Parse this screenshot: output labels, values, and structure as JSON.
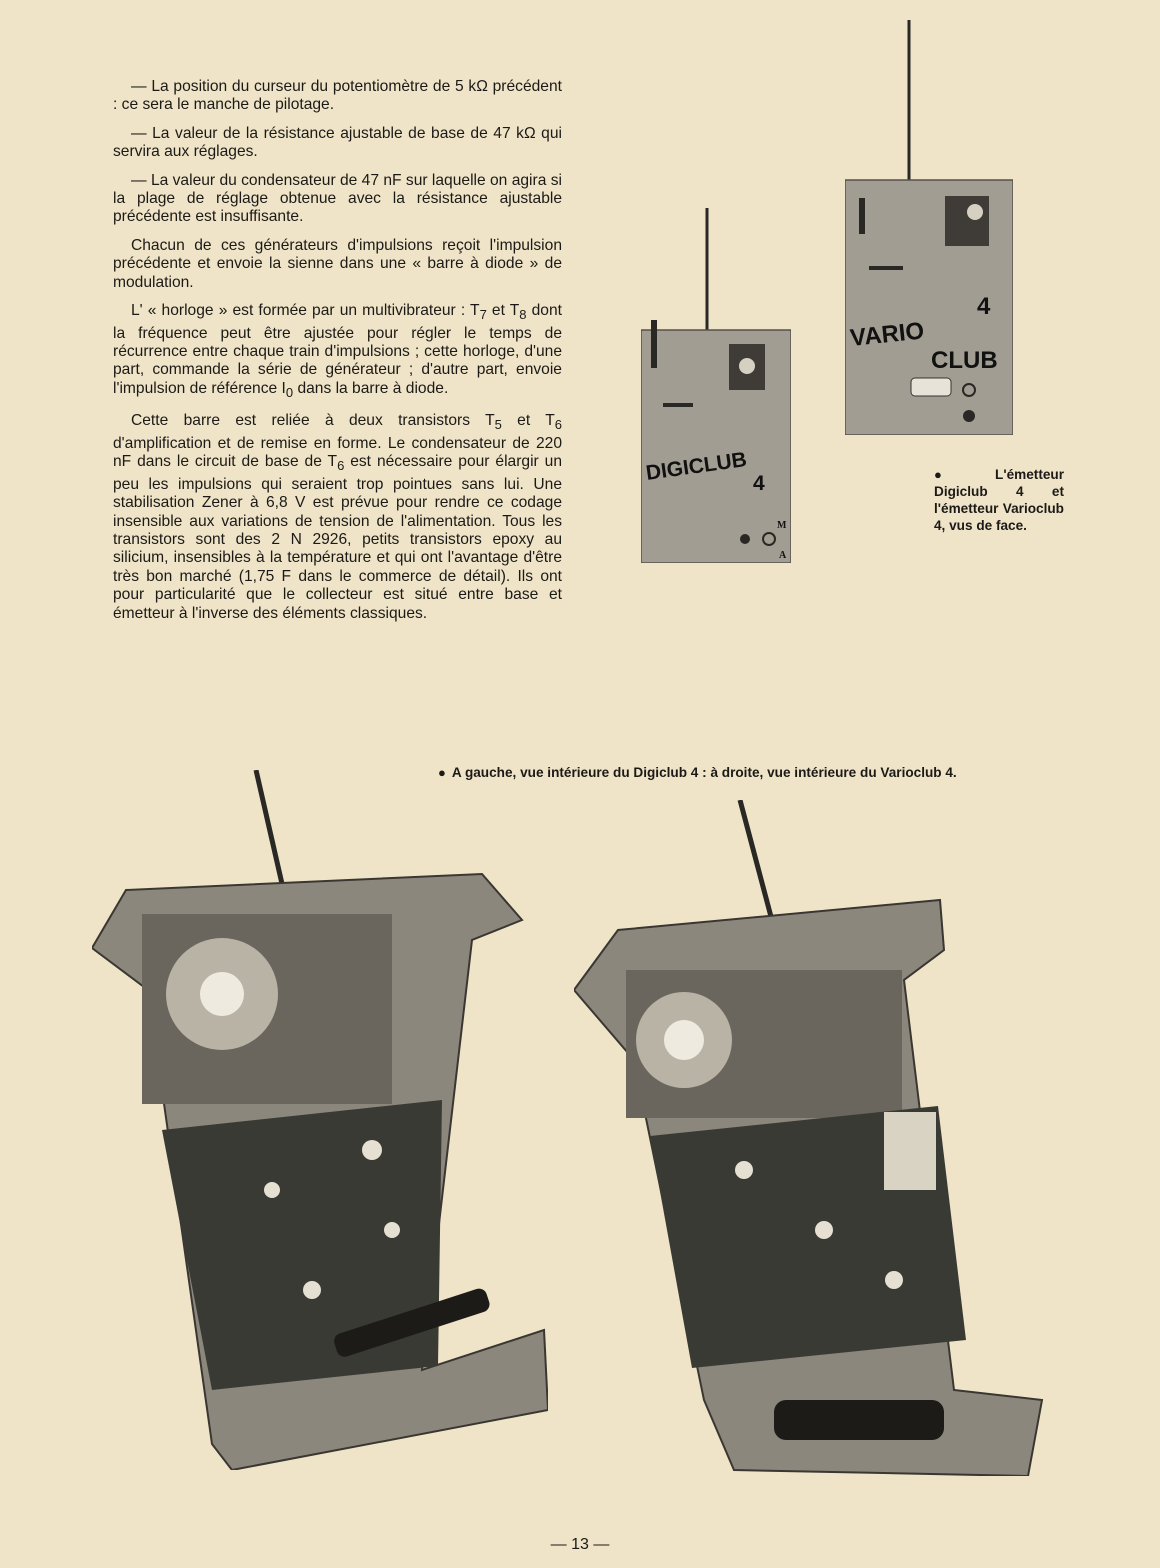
{
  "body_text": {
    "p1": "— La position du curseur du potentiomètre de 5 kΩ précédent : ce sera le manche de pilotage.",
    "p2": "— La valeur de la résistance ajustable de base de 47 kΩ qui servira aux réglages.",
    "p3": "— La valeur du condensateur de 47 nF sur laquelle on agira si la plage de réglage obtenue avec la résistance ajustable précédente est insuffisante.",
    "p4": "Chacun de ces générateurs d'impulsions reçoit l'impulsion précédente et envoie la sienne dans une « barre à diode » de modulation.",
    "p5_pre": "L' « horloge » est formée par un multivibrateur : T",
    "p5_sub1": "7",
    "p5_mid1": " et T",
    "p5_sub2": "8",
    "p5_mid2": " dont la fréquence peut être ajustée pour régler le temps de récurrence entre chaque train d'impulsions ; cette horloge, d'une part, commande la série de générateur ; d'autre part, envoie l'impulsion de référence I",
    "p5_sub3": "0",
    "p5_end": " dans la barre à diode.",
    "p6_pre": "Cette barre est reliée à deux transistors T",
    "p6_sub1": "5",
    "p6_mid1": " et T",
    "p6_sub2": "6",
    "p6_mid2": " d'amplification et de remise en forme. Le condensateur de 220 nF dans le circuit de base de T",
    "p6_sub3": "6",
    "p6_end": " est nécessaire pour élargir un peu les impulsions qui seraient trop pointues sans lui. Une stabilisation Zener à 6,8 V est prévue pour rendre ce codage insensible aux variations de tension de l'alimentation. Tous les transistors sont des 2 N 2926, petits transistors epoxy au silicium, insensibles à la température et qui ont l'avantage d'être très bon marché (1,75 F dans le commerce de détail). Ils ont pour particularité que le collecteur est situé entre base et émetteur à l'inverse des éléments classiques."
  },
  "photos": {
    "digiclub_label_1": "DIGICLUB",
    "digiclub_label_2": "4",
    "digiclub_switch_top": "M",
    "digiclub_switch_bottom": "A",
    "vario_label_1": "VARIO",
    "vario_label_2": "CLUB",
    "vario_label_3": "4"
  },
  "captions": {
    "front_view": "L'émetteur Digiclub 4 et l'émetteur Varioclub 4, vus de face.",
    "interior_view": "A gauche, vue intérieure du Digiclub 4 : à droite, vue intérieure du Varioclub 4."
  },
  "bullet": "●",
  "page_number": "— 13 —"
}
